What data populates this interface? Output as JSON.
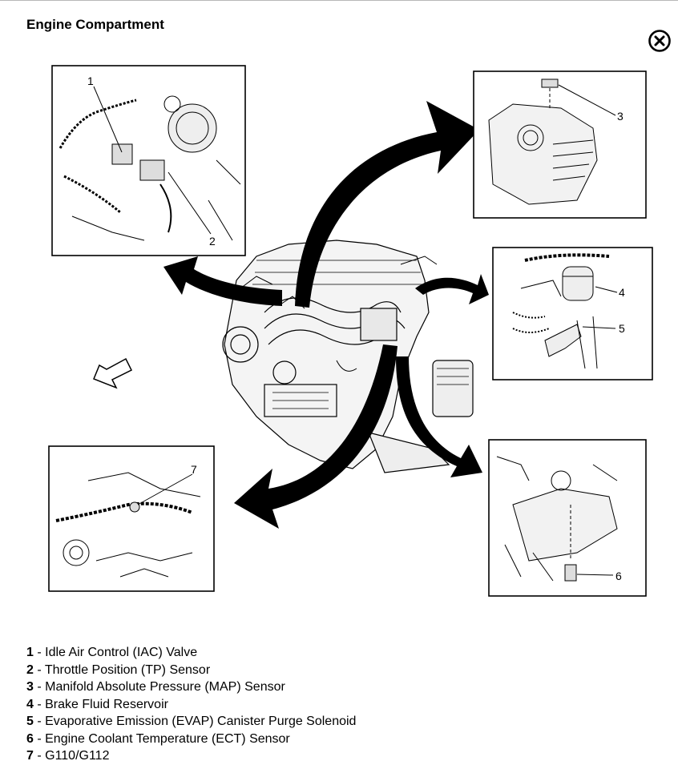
{
  "page": {
    "title": "Engine Compartment",
    "close_icon": "close-circle-icon"
  },
  "callouts": [
    {
      "number": "1",
      "description": "Idle Air Control (IAC) Valve"
    },
    {
      "number": "2",
      "description": "Throttle Position (TP) Sensor"
    },
    {
      "number": "3",
      "description": "Manifold Absolute Pressure (MAP) Sensor"
    },
    {
      "number": "4",
      "description": "Brake Fluid Reservoir"
    },
    {
      "number": "5",
      "description": "Evaporative Emission (EVAP) Canister Purge Solenoid"
    },
    {
      "number": "6",
      "description": "Engine Coolant Temperature (ECT) Sensor"
    },
    {
      "number": "7",
      "description": "G110/G112"
    }
  ],
  "legend_separator": " - ",
  "icons": {
    "front_direction": "front-arrow-icon",
    "close": "close-circle-icon"
  }
}
